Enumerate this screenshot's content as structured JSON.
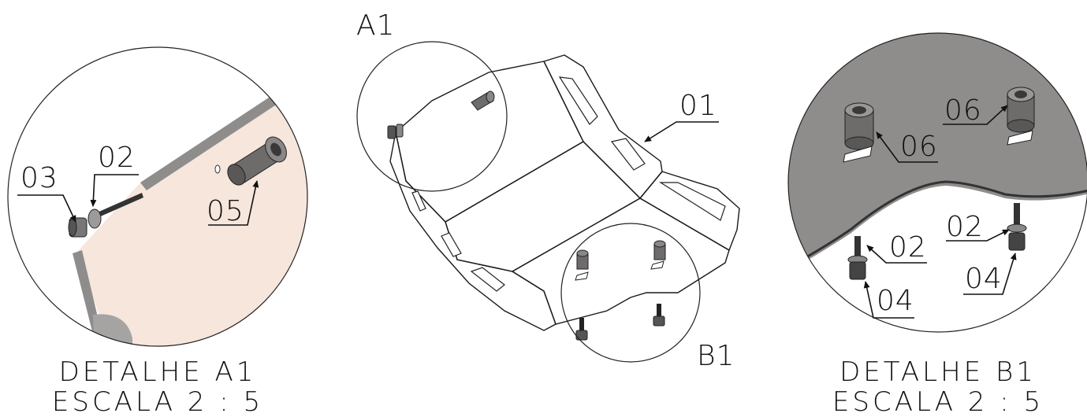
{
  "views": {
    "detail_a": {
      "caption_line1": "DETALHE A1",
      "caption_line2": "ESCALA 2 : 5",
      "balloons": [
        "03",
        "02",
        "05"
      ]
    },
    "main": {
      "callout_a": "A1",
      "callout_b": "B1",
      "balloon_part": "01"
    },
    "detail_b": {
      "caption_line1": "DETALHE B1",
      "caption_line2": "ESCALA 2 : 5",
      "balloons": [
        "06",
        "06",
        "02",
        "02",
        "04",
        "04"
      ]
    }
  },
  "colors": {
    "plate_light": "#f6e6dc",
    "plate_grey": "#bfb9b5",
    "plate_dark": "#8f8c8c",
    "ink": "#111111"
  }
}
